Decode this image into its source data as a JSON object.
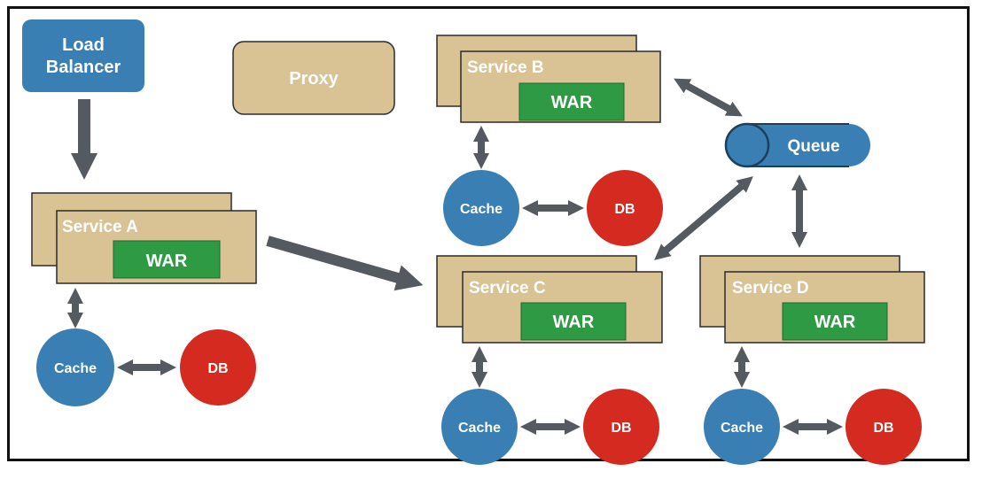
{
  "colors": {
    "blue": "#3a7fb4",
    "tan": "#d9c294",
    "tan_border": "#2b2b2b",
    "green": "#2f9a44",
    "red": "#d42a1f",
    "arrow": "#555a60",
    "white_text": "#ffffff",
    "light_text": "#f2ead8"
  },
  "load_balancer": {
    "line1": "Load",
    "line2": "Balancer"
  },
  "proxy": {
    "label": "Proxy"
  },
  "queue": {
    "label": "Queue"
  },
  "services": {
    "a": {
      "title": "Service A",
      "war": "WAR"
    },
    "b": {
      "title": "Service B",
      "war": "WAR"
    },
    "c": {
      "title": "Service C",
      "war": "WAR"
    },
    "d": {
      "title": "Service D",
      "war": "WAR"
    }
  },
  "caches": {
    "a": "Cache",
    "b": "Cache",
    "c": "Cache",
    "d": "Cache"
  },
  "dbs": {
    "a": "DB",
    "b": "DB",
    "c": "DB",
    "d": "DB"
  }
}
